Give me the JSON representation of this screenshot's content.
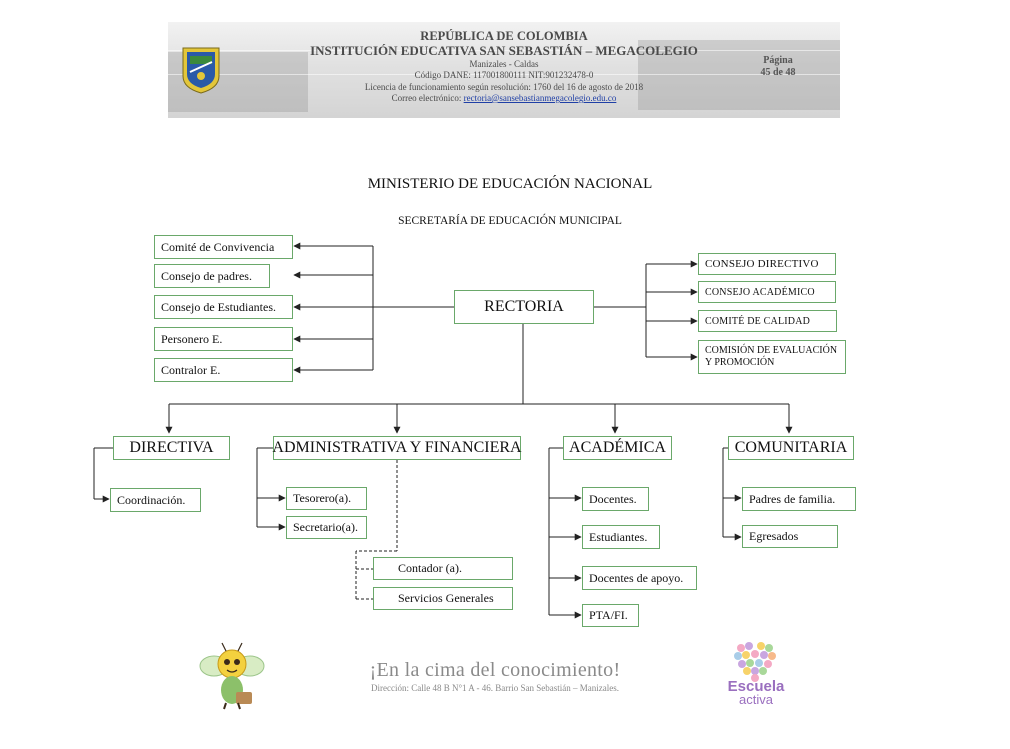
{
  "header": {
    "line1": "REPÚBLICA DE COLOMBIA",
    "line2": "INSTITUCIÓN EDUCATIVA SAN SEBASTIÁN – MEGACOLEGIO",
    "line3": "Manizales - Caldas",
    "line4": "Código DANE: 117001800111 NIT:901232478-0",
    "line5": "Licencia de funcionamiento según resolución: 1760 del 16 de agosto de 2018",
    "email_label": "Correo electrónico: ",
    "email": "rectoria@sansebastianmegacolegio.edu.co",
    "page_label": "Página",
    "page_number": "45 de 48",
    "crest_icon": "school-crest-icon"
  },
  "org": {
    "ministry": "MINISTERIO DE EDUCACIÓN NACIONAL",
    "secretaria": "SECRETARÍA DE EDUCACIÓN MUNICIPAL",
    "rectoria": "RECTORIA",
    "left_bodies": [
      "Comité de Convivencia",
      "Consejo de padres.",
      "Consejo de Estudiantes.",
      "Personero E.",
      "Contralor E."
    ],
    "right_bodies": [
      "CONSEJO DIRECTIVO",
      "CONSEJO ACADÉMICO",
      "COMITÉ DE CALIDAD",
      "COMISIÓN DE EVALUACIÓN Y PROMOCIÓN"
    ],
    "areas": {
      "directiva": {
        "title": "DIRECTIVA",
        "items": [
          "Coordinación."
        ]
      },
      "administrativa": {
        "title": "ADMINISTRATIVA Y FINANCIERA",
        "items": [
          "Tesorero(a).",
          "Secretario(a)."
        ],
        "external": [
          "Contador (a).",
          "Servicios Generales"
        ]
      },
      "academica": {
        "title": "ACADÉMICA",
        "items": [
          "Docentes.",
          "Estudiantes.",
          "Docentes de apoyo.",
          "PTA/FI."
        ]
      },
      "comunitaria": {
        "title": "COMUNITARIA",
        "items": [
          "Padres de familia.",
          "Egresados"
        ]
      }
    },
    "colors": {
      "box_border": "#6aa86a",
      "lines": "#222222"
    }
  },
  "footer": {
    "slogan": "¡En la cima del conocimiento!",
    "address": "Dirección: Calle 48 B N°1 A - 46. Barrio San Sebastián – Manizales.",
    "mascot_icon": "bee-mascot-icon",
    "logo_icon": "heart-logo-icon",
    "logo_text_1": "Escuela",
    "logo_text_2": "activa"
  }
}
